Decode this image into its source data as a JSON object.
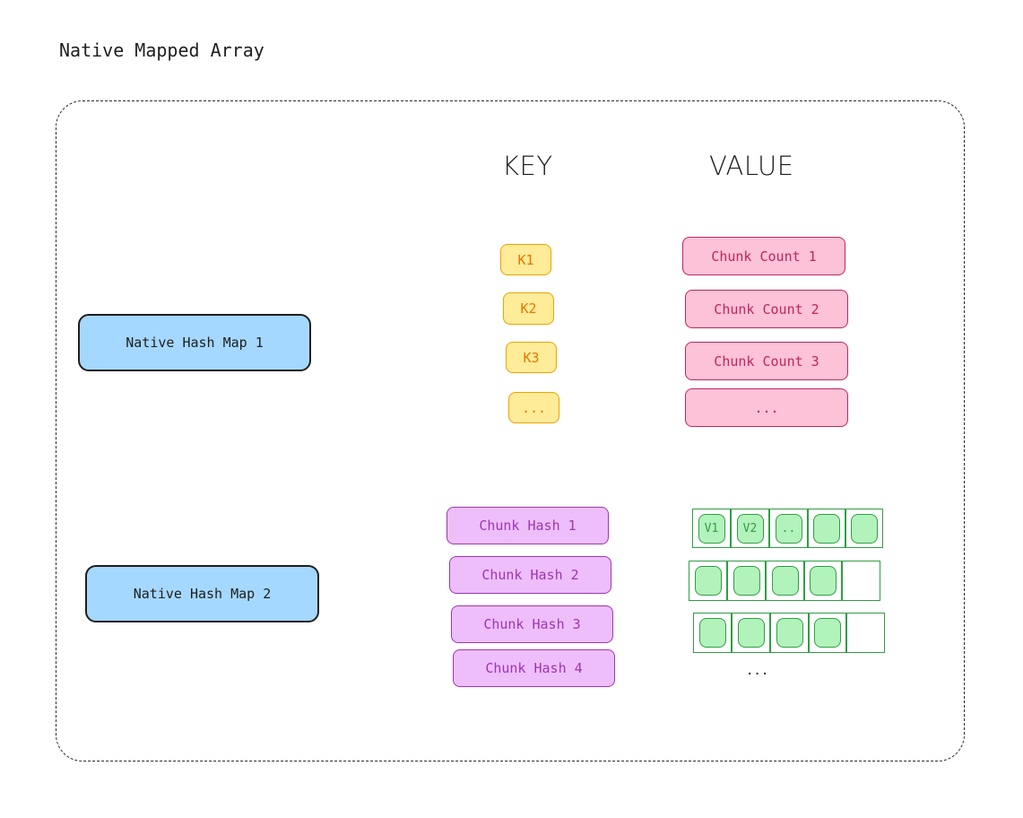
{
  "title": "Native Mapped Array",
  "headers": {
    "key": "KEY",
    "value": "VALUE"
  },
  "maps": [
    {
      "label": "Native Hash Map 1"
    },
    {
      "label": "Native Hash Map 2"
    }
  ],
  "keys": [
    "K1",
    "K2",
    "K3",
    "..."
  ],
  "chunk_counts": [
    "Chunk Count 1",
    "Chunk Count 2",
    "Chunk Count 3",
    "..."
  ],
  "chunk_hashes": [
    "Chunk Hash 1",
    "Chunk Hash 2",
    "Chunk Hash 3",
    "Chunk Hash 4"
  ],
  "value_rows": [
    [
      "V1",
      "V2",
      "..",
      "",
      ""
    ],
    [
      "",
      "",
      "",
      "",
      null
    ],
    [
      "",
      "",
      "",
      "",
      null
    ]
  ],
  "ellipsis": "...",
  "colors": {
    "map": "#a5d8ff",
    "key": "#ffec99",
    "value": "#fcc2d7",
    "hash": "#eebefa",
    "cell": "#b2f2bb"
  }
}
